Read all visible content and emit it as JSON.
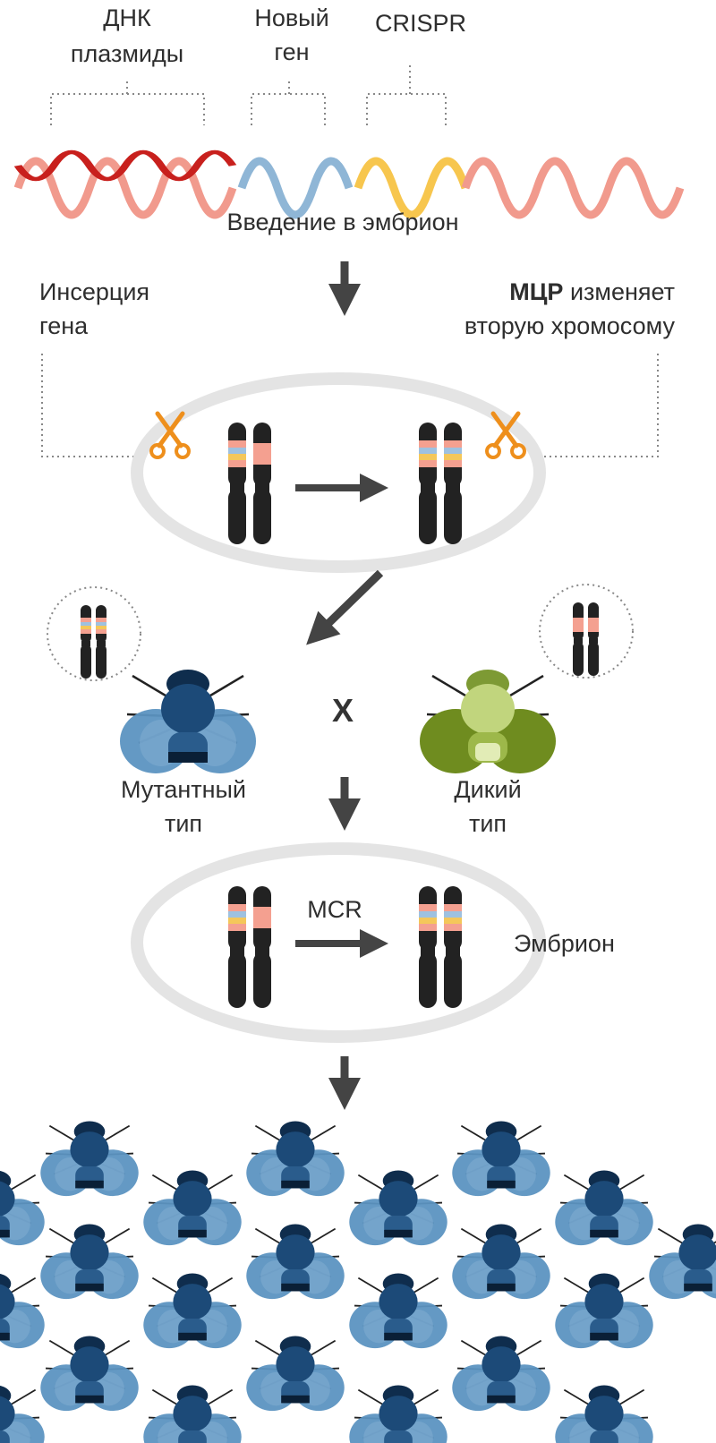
{
  "labels": {
    "plasmid_dna_1": "ДНК",
    "plasmid_dna_2": "плазмиды",
    "new_gene_1": "Новый",
    "new_gene_2": "ген",
    "crispr": "CRISPR",
    "embryo_injection": "Введение в эмбрион",
    "gene_insertion_1": "Инсерция",
    "gene_insertion_2": "гена",
    "mcr_bold": "МЦР",
    "mcr_changes_rest": " изменяет",
    "mcr_changes_2": "вторую хромосому",
    "cross": "X",
    "mutant_1": "Мутантный",
    "mutant_2": "тип",
    "wild_1": "Дикий",
    "wild_2": "тип",
    "mcr_latin": "MCR",
    "embryo": "Эмбрион"
  },
  "colors": {
    "dna_red": "#c8201d",
    "dna_pink": "#f19a8d",
    "gene_navy": "#0d2f55",
    "gene_lightblue": "#8fb6d6",
    "crispr_orange": "#f29b14",
    "crispr_yellow": "#f7c64e",
    "chromosome": "#222222",
    "band_pink": "#f4a090",
    "band_blue": "#9ec1e0",
    "band_yellow": "#f4c75a",
    "arrow": "#444444",
    "cell_outline": "#e4e4e4",
    "mutant_fly": "#4f86b6",
    "mutant_fly_dark": "#0f2d4d",
    "wild_fly": "#6f8c1f",
    "wild_fly_light": "#c1d57d",
    "scissors": "#ee8f1c"
  },
  "icons": [
    "scissors-icon",
    "fly-icon",
    "chromosome-icon",
    "arrow-icon"
  ]
}
